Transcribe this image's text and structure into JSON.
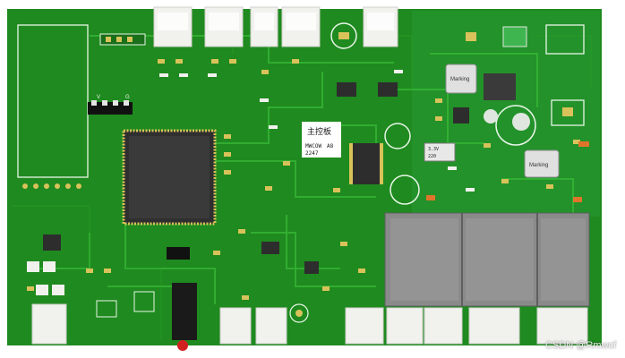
{
  "board": {
    "silk_title": "主控板",
    "silk_model": "MWCOW",
    "silk_version": "A8",
    "silk_date": "2247",
    "silk_pins": [
      "V",
      "G"
    ],
    "inductor_1": "Marking",
    "inductor_2": "Marking",
    "dcdc_label": "3.3V\n220",
    "watermark": "CSDN @Rmwcf"
  },
  "colors": {
    "board": "#1f8a1f",
    "board_dark": "#17741a",
    "trace": "#2fae2f",
    "silk": "#e9f6e9"
  }
}
